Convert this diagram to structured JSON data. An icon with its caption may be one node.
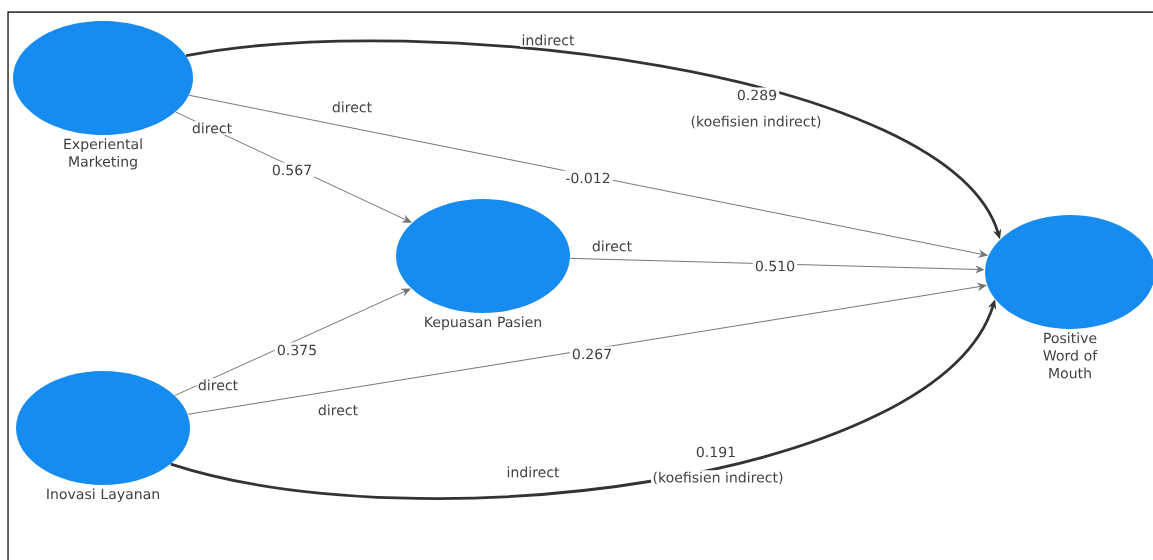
{
  "diagram": {
    "nodes": [
      {
        "text": [
          "Experiental Marketing"
        ]
      },
      {
        "text": [
          "Kepuasan Pasien"
        ]
      },
      {
        "text": [
          "Positive Word of Mouth"
        ]
      },
      {
        "text": [
          "Inovasi Layanan"
        ]
      }
    ],
    "edges": [
      {
        "from": 0,
        "to": 2,
        "arrow": "to",
        "label": "0.289",
        "style": "thick"
      },
      {
        "from": 0,
        "to": 2,
        "arrow": "to",
        "label": "-0.012"
      },
      {
        "from": 0,
        "to": 1,
        "arrow": "to",
        "label": "0.567"
      },
      {
        "from": 1,
        "to": 2,
        "arrow": "to",
        "label": "0.510"
      },
      {
        "from": 3,
        "to": 1,
        "arrow": "to",
        "label": "0.375"
      },
      {
        "from": 3,
        "to": 2,
        "arrow": "to",
        "label": "0.267"
      },
      {
        "from": 3,
        "to": 2,
        "arrow": "to",
        "label": "0.191",
        "style": "thick"
      }
    ],
    "labels": [
      "indirect",
      "direct",
      "(koefisien indirect)",
      "direct",
      "direct",
      "direct",
      "direct",
      "indirect",
      "(koefisien indirect)"
    ]
  }
}
